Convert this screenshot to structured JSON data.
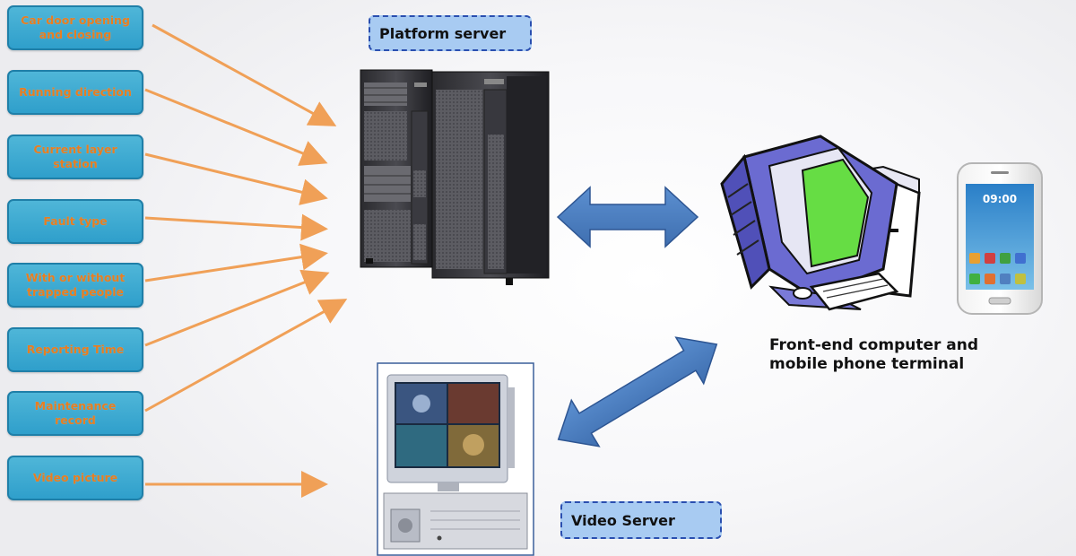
{
  "inputs": [
    {
      "label": "Car door opening\nand closing"
    },
    {
      "label": "Running direction"
    },
    {
      "label": "Current layer\nstation"
    },
    {
      "label": "Fault type"
    },
    {
      "label": "With or without\ntrapped people"
    },
    {
      "label": "Reporting Time"
    },
    {
      "label": "Maintenance\nrecord"
    },
    {
      "label": "Video picture"
    }
  ],
  "platform_server": {
    "label": "Platform server"
  },
  "video_server": {
    "label": "Video Server"
  },
  "frontend": {
    "label": "Front-end computer and\nmobile phone terminal"
  },
  "phone_screen": {
    "time": "09:00"
  },
  "colors": {
    "box_fill": "#3aa9d3",
    "box_text": "#e67e22",
    "connector_arrow": "#f0a057",
    "double_arrow": "#4a7bbf",
    "label_fill": "#a8cbf2",
    "monitor_screen": "#66dd44",
    "monitor_body": "#6b6bd1"
  }
}
